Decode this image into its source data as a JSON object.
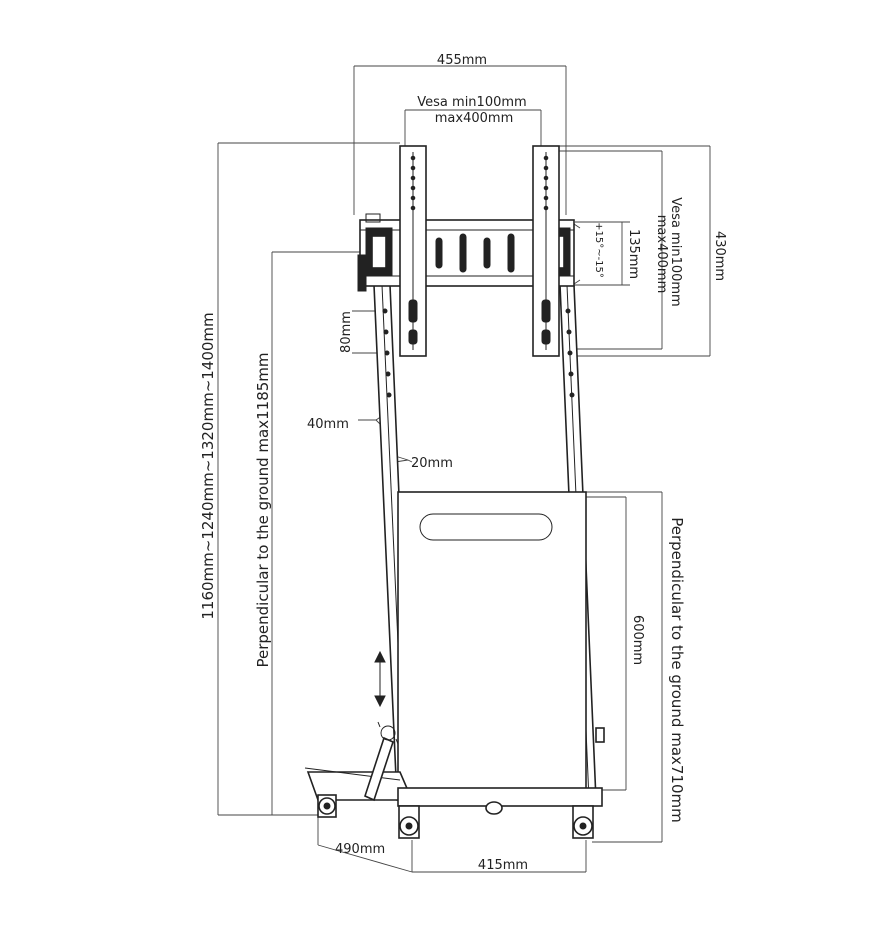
{
  "colors": {
    "line": "#222222",
    "dimension": "#444444",
    "background": "#ffffff"
  },
  "labels": {
    "overall_width": "455mm",
    "vesa_h_min": "Vesa min100mm",
    "vesa_h_max": "max400mm",
    "vesa_v_min": "Vesa min100mm",
    "vesa_v_max": "max400mm",
    "bracket_height": "430mm",
    "tilt_height": "135mm",
    "tilt_range": "+15°~-15°",
    "slot_spacing": "80mm",
    "column_width": "40mm",
    "column_depth": "20mm",
    "overall_height": "1160mm~1240mm~1320mm~1400mm",
    "center_height": "Perpendicular to the ground max1185mm",
    "shelf_height": "600mm",
    "shelf_ground": "Perpendicular to the ground max710mm",
    "base_depth": "490mm",
    "base_width": "415mm"
  }
}
